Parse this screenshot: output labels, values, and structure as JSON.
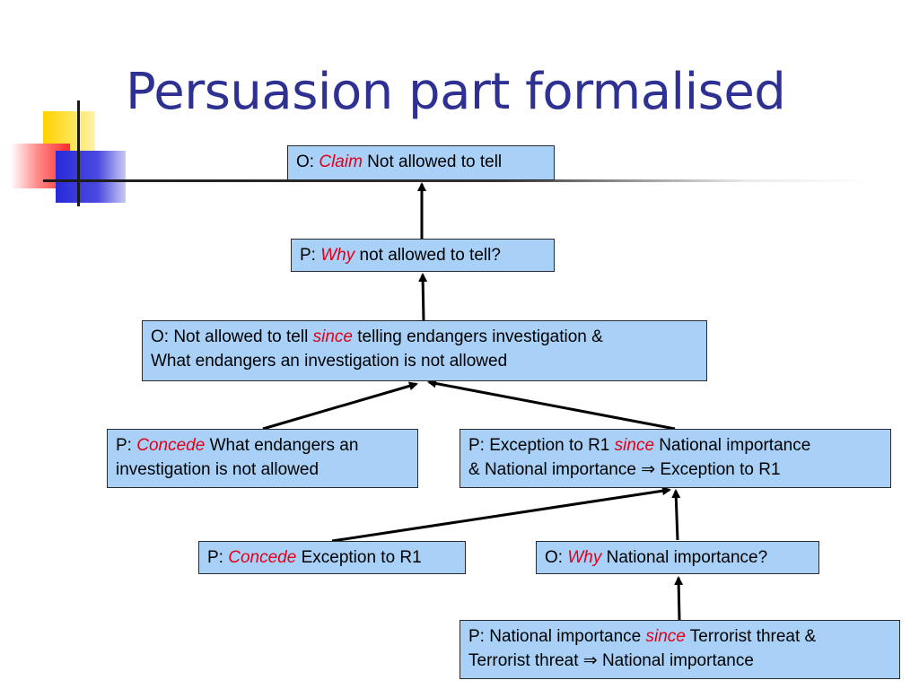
{
  "title": "Persuasion part formalised",
  "nodes": {
    "n1": {
      "prefix": "O: ",
      "keyword": "Claim",
      "text": " Not allowed to tell"
    },
    "n2": {
      "prefix": "P: ",
      "keyword": "Why",
      "text": " not allowed to tell?"
    },
    "n3": {
      "prefix": "O: Not allowed to tell ",
      "keyword": "since",
      "text": " telling endangers investigation &",
      "line2": "What endangers an investigation is not allowed"
    },
    "n4": {
      "prefix": "P: ",
      "keyword": "Concede",
      "text": " What endangers an",
      "line2": "investigation is not allowed"
    },
    "n5": {
      "prefix": "P: Exception to R1 ",
      "keyword": "since",
      "text": " National importance",
      "line2": "& National importance ⇒ Exception to R1"
    },
    "n6": {
      "prefix": "P: ",
      "keyword": "Concede",
      "text": " Exception to R1"
    },
    "n7": {
      "prefix": "O: ",
      "keyword": "Why",
      "text": " National importance?"
    },
    "n8": {
      "prefix": "P: National importance ",
      "keyword": "since",
      "text": " Terrorist threat &",
      "line2": "Terrorist threat ⇒ National importance"
    }
  },
  "colors": {
    "title": "#2e3192",
    "node_fill": "#a9d1f7",
    "keyword": "#e0001a"
  }
}
